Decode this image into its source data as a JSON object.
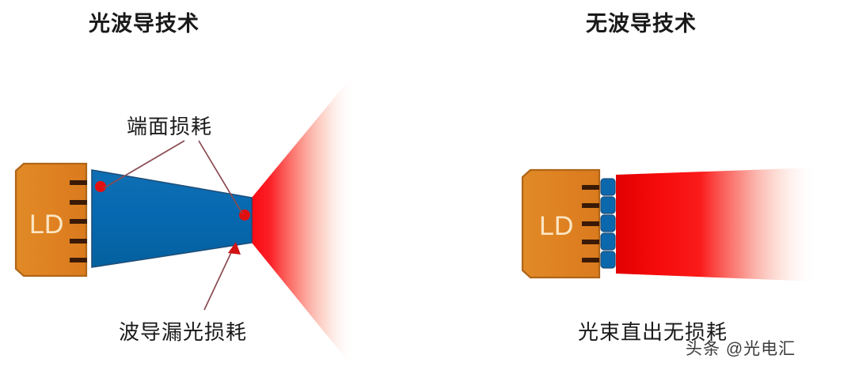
{
  "panels": {
    "left": {
      "title": "光波导技术",
      "device_label": "LD",
      "annotations": {
        "facet_loss": "端面损耗",
        "waveguide_leak_loss": "波导漏光损耗"
      },
      "icons": {
        "waveguide": "waveguide-taper-icon",
        "beam": "diverging-beam-icon",
        "loss_marker": "red-loss-dot-icon",
        "leak_arrow": "red-arrow-icon"
      }
    },
    "right": {
      "title": "无波导技术",
      "device_label": "LD",
      "annotations": {
        "no_loss": "光束直出无损耗"
      },
      "icons": {
        "emitters": "blue-emitter-array-icon",
        "beam": "straight-beam-icon"
      }
    }
  },
  "watermark": "头条 @光电汇",
  "colors": {
    "ld_body": "#DF8122",
    "ld_border": "#B06518",
    "ld_text": "#FBE5C2",
    "tick": "#3A1A06",
    "waveguide_blue": "#0568AF",
    "waveguide_border": "#1F4E79",
    "beam_red": "#FA0A14",
    "loss_dot": "#E01010",
    "arrow_red": "#D01414",
    "leader_line": "#8A4A52",
    "title_text": "#191919",
    "background": "#FFFFFF"
  }
}
